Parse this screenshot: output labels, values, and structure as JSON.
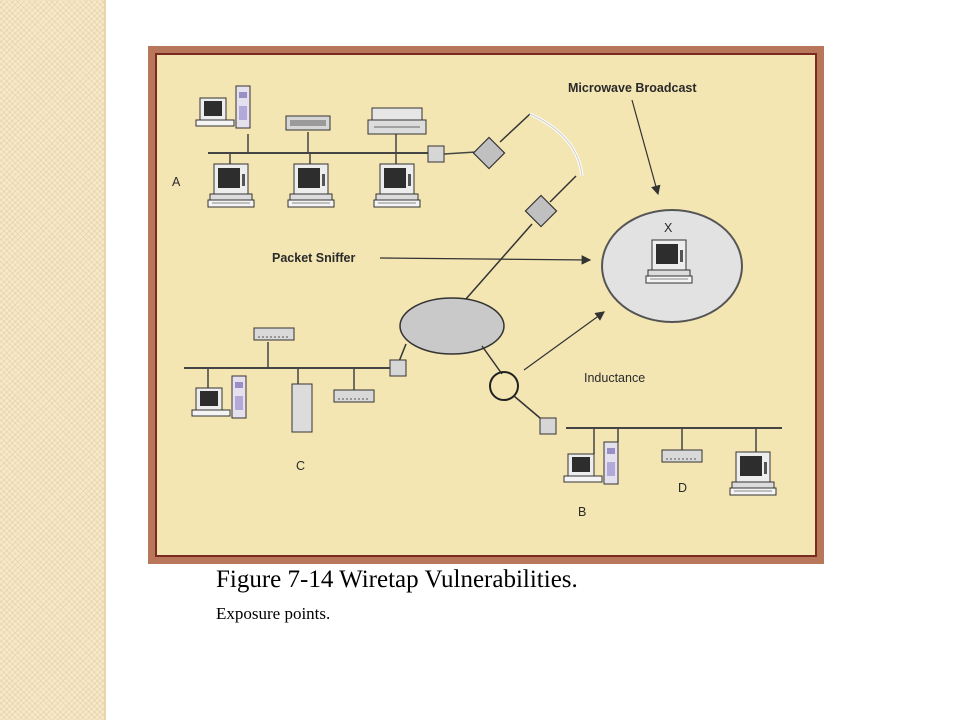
{
  "figure": {
    "labels": {
      "microwave": "Microwave Broadcast",
      "sniffer": "Packet Sniffer",
      "inductance": "Inductance",
      "x": "X",
      "a": "A",
      "b": "B",
      "c": "C",
      "d": "D"
    }
  },
  "caption": {
    "title": "Figure 7-14  Wiretap Vulnerabilities.",
    "subtitle": "Exposure points."
  },
  "colors": {
    "frame": "#b8775a",
    "panel": "#f3e6b3",
    "inner_border": "#7a2a1e",
    "cloud": "#c9c9c9"
  }
}
